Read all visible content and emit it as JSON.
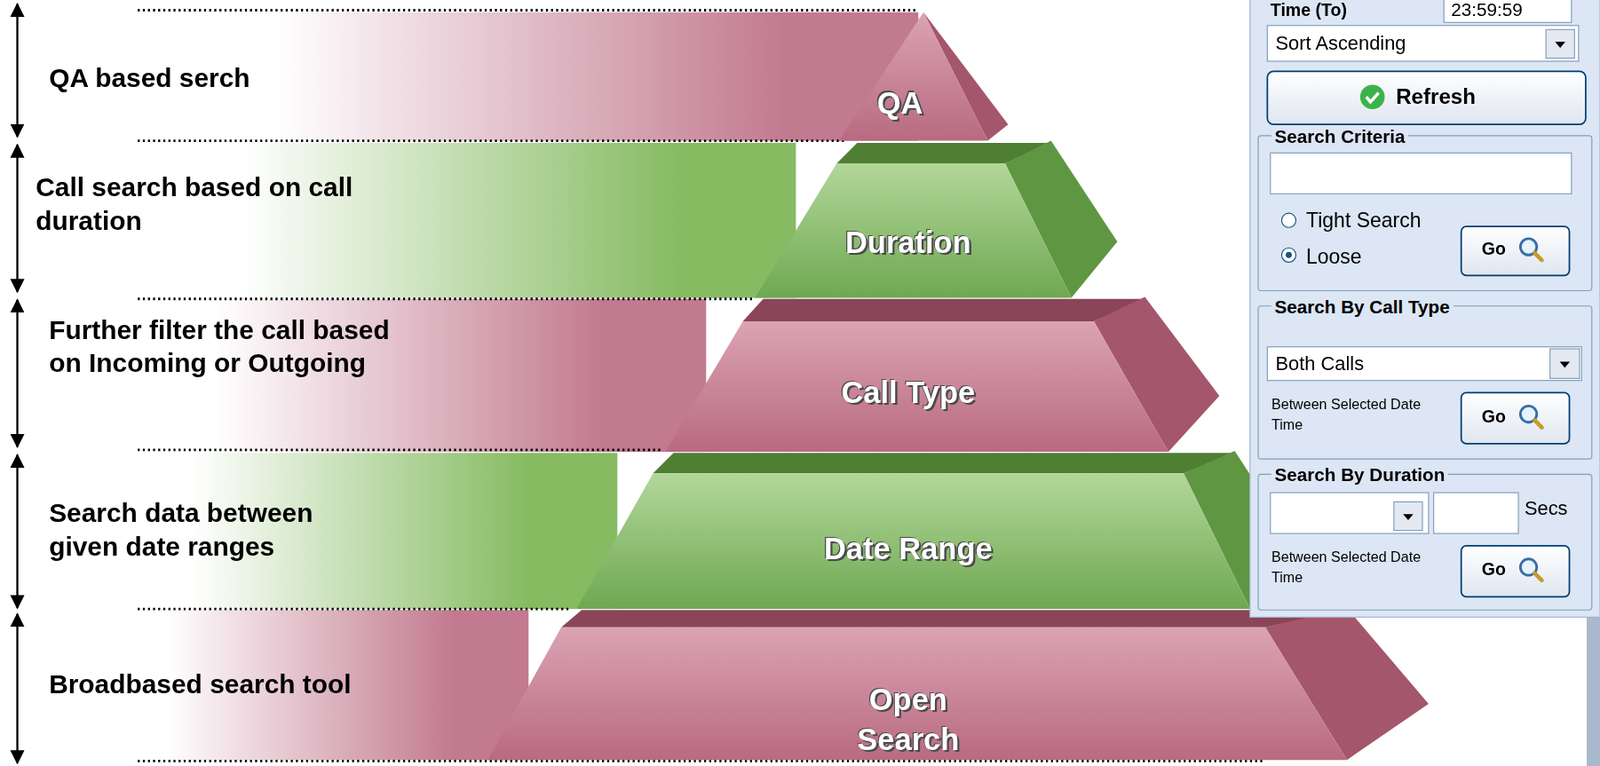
{
  "diagram": {
    "nodes": [
      {
        "text": [
          "QA"
        ]
      },
      {
        "text": [
          "Duration"
        ]
      },
      {
        "text": [
          "Call Type"
        ]
      },
      {
        "text": [
          "Date Range"
        ]
      },
      {
        "text": [
          "Open Search"
        ]
      }
    ],
    "labels": [
      "QA based serch",
      "Call search based on call duration",
      "Further filter the call based on Incoming or Outgoing",
      "Search data between given date ranges",
      "Broadbased search tool",
      "Time (To)",
      "23:59:59",
      "Sort Ascending",
      "Refresh",
      "Search Criteria",
      "Tight Search",
      "Loose",
      "Go",
      "Search By Call Type",
      "Both Calls",
      "Between Selected Date Time",
      "Go",
      "Search By Duration",
      "Secs",
      "Between Selected Date Time",
      "Go"
    ]
  }
}
